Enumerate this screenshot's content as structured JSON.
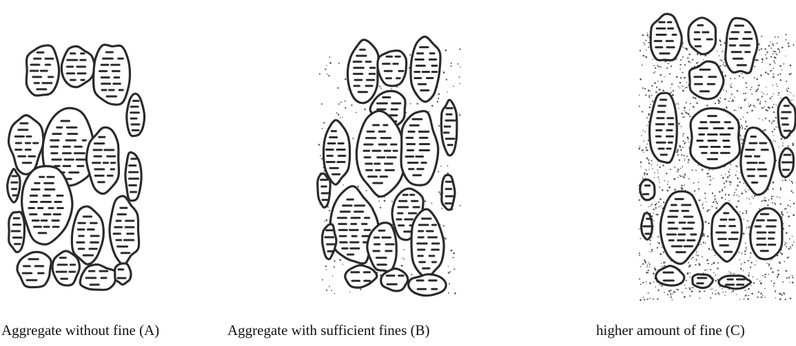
{
  "diagram": {
    "panels": [
      {
        "id": "A",
        "caption": "Aggregate without fine (A)",
        "fines_level": "none"
      },
      {
        "id": "B",
        "caption": "Aggregate with sufficient fines (B)",
        "fines_level": "sufficient"
      },
      {
        "id": "C",
        "caption": "higher amount of fine (C)",
        "fines_level": "high"
      }
    ]
  },
  "colors": {
    "stroke": "#2a2a2a",
    "background": "#ffffff",
    "fines": "#555555"
  }
}
